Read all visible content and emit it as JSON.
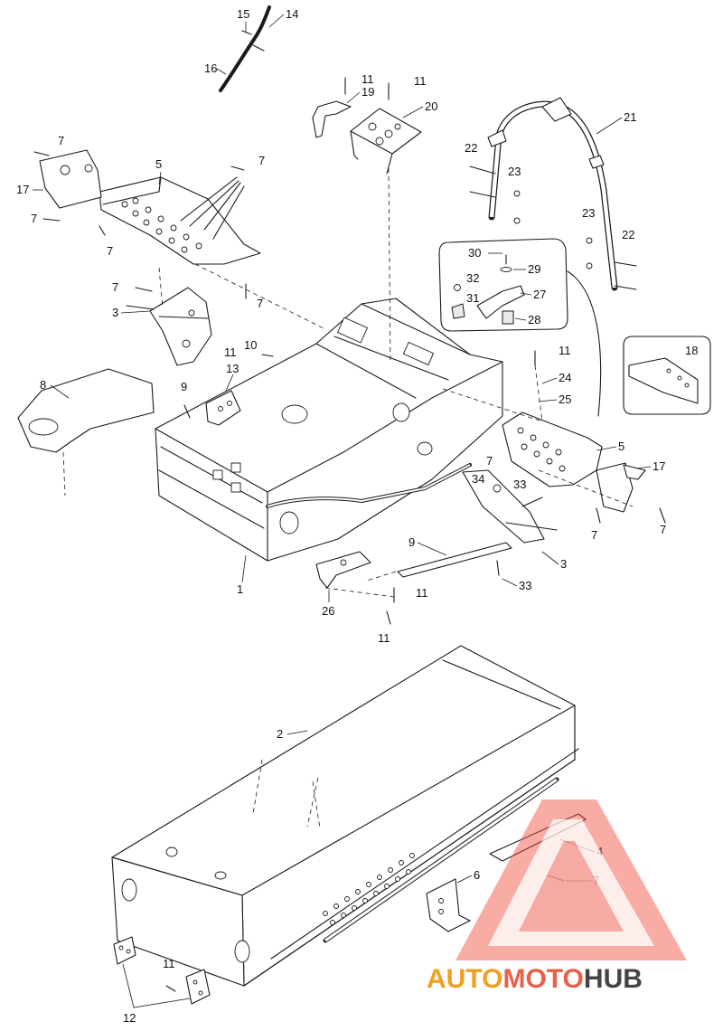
{
  "diagram": {
    "part_labels": [
      "1",
      "2",
      "3",
      "3",
      "4",
      "5",
      "5",
      "6",
      "7",
      "7",
      "7",
      "7",
      "7",
      "7",
      "7",
      "7",
      "7",
      "7",
      "8",
      "9",
      "9",
      "10",
      "11",
      "11",
      "11",
      "11",
      "11",
      "11",
      "11",
      "12",
      "13",
      "14",
      "15",
      "16",
      "17",
      "17",
      "18",
      "19",
      "20",
      "21",
      "22",
      "22",
      "23",
      "23",
      "24",
      "25",
      "26",
      "27",
      "28",
      "29",
      "30",
      "31",
      "32",
      "33",
      "33",
      "34"
    ]
  },
  "watermark": {
    "brand_part1": "AUTO",
    "brand_part2": "MOTO",
    "brand_part3": "HUB",
    "color_part1": "#f0a020",
    "color_part2": "#e8604a",
    "color_part3": "#444444",
    "triangle_color": "#ee4c3c"
  }
}
